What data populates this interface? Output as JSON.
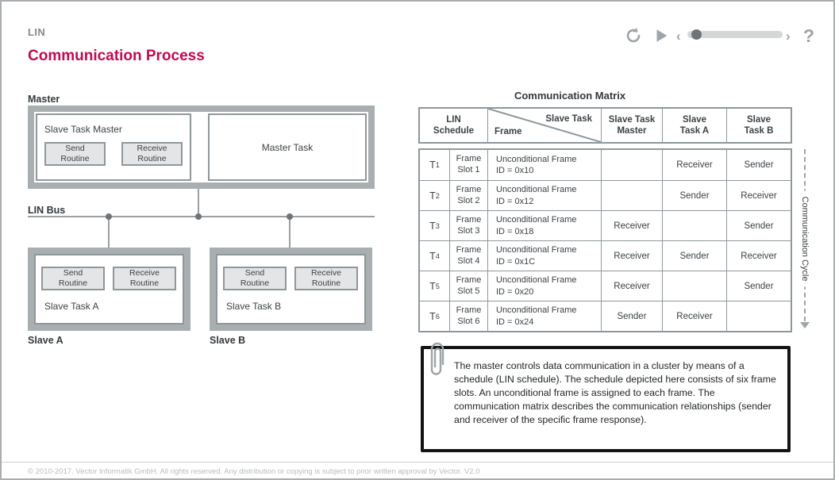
{
  "colors": {
    "accent": "#c20a50",
    "frame_gray": "#a9aeb1",
    "line_gray": "#8f979b",
    "icon_gray": "#9ea4a7",
    "text_dark": "#3c4144",
    "button_bg": "#e4e5e6",
    "note_border": "#141414",
    "footer_text": "#b7bbbe"
  },
  "header": {
    "eyebrow": "LIN",
    "title": "Communication Process"
  },
  "player": {
    "replay_icon": "replay-icon",
    "play_icon": "play-icon",
    "prev_glyph": "‹",
    "next_glyph": "›",
    "help_label": "?"
  },
  "diagram": {
    "master_label": "Master",
    "slave_task_master_title": "Slave Task Master",
    "send_routine": "Send\nRoutine",
    "receive_routine": "Receive\nRoutine",
    "master_task": "Master Task",
    "bus_label": "LIN Bus",
    "slave_a_task": "Slave Task A",
    "slave_a_label": "Slave A",
    "slave_b_task": "Slave Task B",
    "slave_b_label": "Slave B"
  },
  "matrix": {
    "title": "Communication Matrix",
    "header": {
      "lin_schedule": "LIN\nSchedule",
      "diag_top": "Slave Task",
      "diag_bottom": "Frame",
      "cols": [
        "Slave Task\nMaster",
        "Slave\nTask A",
        "Slave\nTask B"
      ]
    },
    "rows": [
      {
        "t": "T",
        "sub": "1",
        "slot": "Frame\nSlot 1",
        "frame": "Unconditional Frame",
        "id": "ID = 0x10",
        "master": "",
        "a": "Receiver",
        "b": "Sender"
      },
      {
        "t": "T",
        "sub": "2",
        "slot": "Frame\nSlot 2",
        "frame": "Unconditional Frame",
        "id": "ID = 0x12",
        "master": "",
        "a": "Sender",
        "b": "Receiver"
      },
      {
        "t": "T",
        "sub": "3",
        "slot": "Frame\nSlot 3",
        "frame": "Unconditional Frame",
        "id": "ID = 0x18",
        "master": "Receiver",
        "a": "",
        "b": "Sender"
      },
      {
        "t": "T",
        "sub": "4",
        "slot": "Frame\nSlot 4",
        "frame": "Unconditional Frame",
        "id": "ID = 0x1C",
        "master": "Receiver",
        "a": "Sender",
        "b": "Receiver"
      },
      {
        "t": "T",
        "sub": "5",
        "slot": "Frame\nSlot 5",
        "frame": "Unconditional Frame",
        "id": "ID = 0x20",
        "master": "Receiver",
        "a": "",
        "b": "Sender"
      },
      {
        "t": "T",
        "sub": "6",
        "slot": "Frame\nSlot 6",
        "frame": "Unconditional Frame",
        "id": "ID = 0x24",
        "master": "Sender",
        "a": "Receiver",
        "b": ""
      }
    ],
    "cycle_label": "Communication Cycle"
  },
  "note": {
    "text": "The master controls data communication in a cluster by means of a schedule (LIN schedule). The schedule depicted here consists of six frame slots. An unconditional frame is assigned to each frame. The communication matrix describes the communication relationships (sender and receiver of the specific frame response)."
  },
  "footer": {
    "text": "© 2010-2017. Vector Informatik GmbH. All rights reserved. Any distribution or copying is subject to prior written approval by Vector. V2.0"
  }
}
